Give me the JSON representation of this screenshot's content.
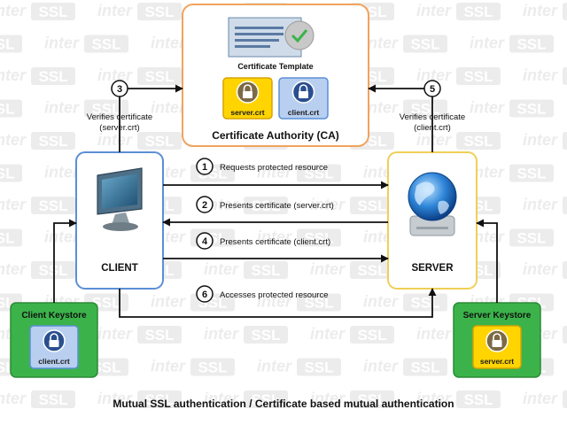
{
  "watermark": {
    "inter": "inter",
    "ssl": "SSL"
  },
  "ca": {
    "template_label": "Certificate Template",
    "title": "Certificate Authority (CA)",
    "certs": [
      "server.crt",
      "client.crt"
    ]
  },
  "client": {
    "label": "CLIENT"
  },
  "server": {
    "label": "SERVER"
  },
  "keystores": {
    "client": {
      "title": "Client Keystore",
      "cert": "client.crt"
    },
    "server": {
      "title": "Server Keystore",
      "cert": "server.crt"
    }
  },
  "verify": {
    "left": {
      "number": "3",
      "line1": "Verifies certificate",
      "line2": "(server.crt)"
    },
    "right": {
      "number": "5",
      "line1": "Verifies certificate",
      "line2": "(client.crt)"
    }
  },
  "steps": [
    {
      "number": "1",
      "text": "Requests protected resource"
    },
    {
      "number": "2",
      "text": "Presents certificate (server.crt)"
    },
    {
      "number": "4",
      "text": "Presents certificate (client.crt)"
    },
    {
      "number": "6",
      "text": "Accesses protected resource"
    }
  ],
  "caption": "Mutual SSL authentication / Certificate based mutual authentication",
  "colors": {
    "ca_border": "#f0a35e",
    "node_border": "#5b8fd6",
    "server_border": "#f0cf57",
    "keystore_fill": "#3bb34a",
    "keystore_border": "#2c8a36",
    "yellow_cert": "#ffd400",
    "blue_cert": "#b8cff0"
  }
}
